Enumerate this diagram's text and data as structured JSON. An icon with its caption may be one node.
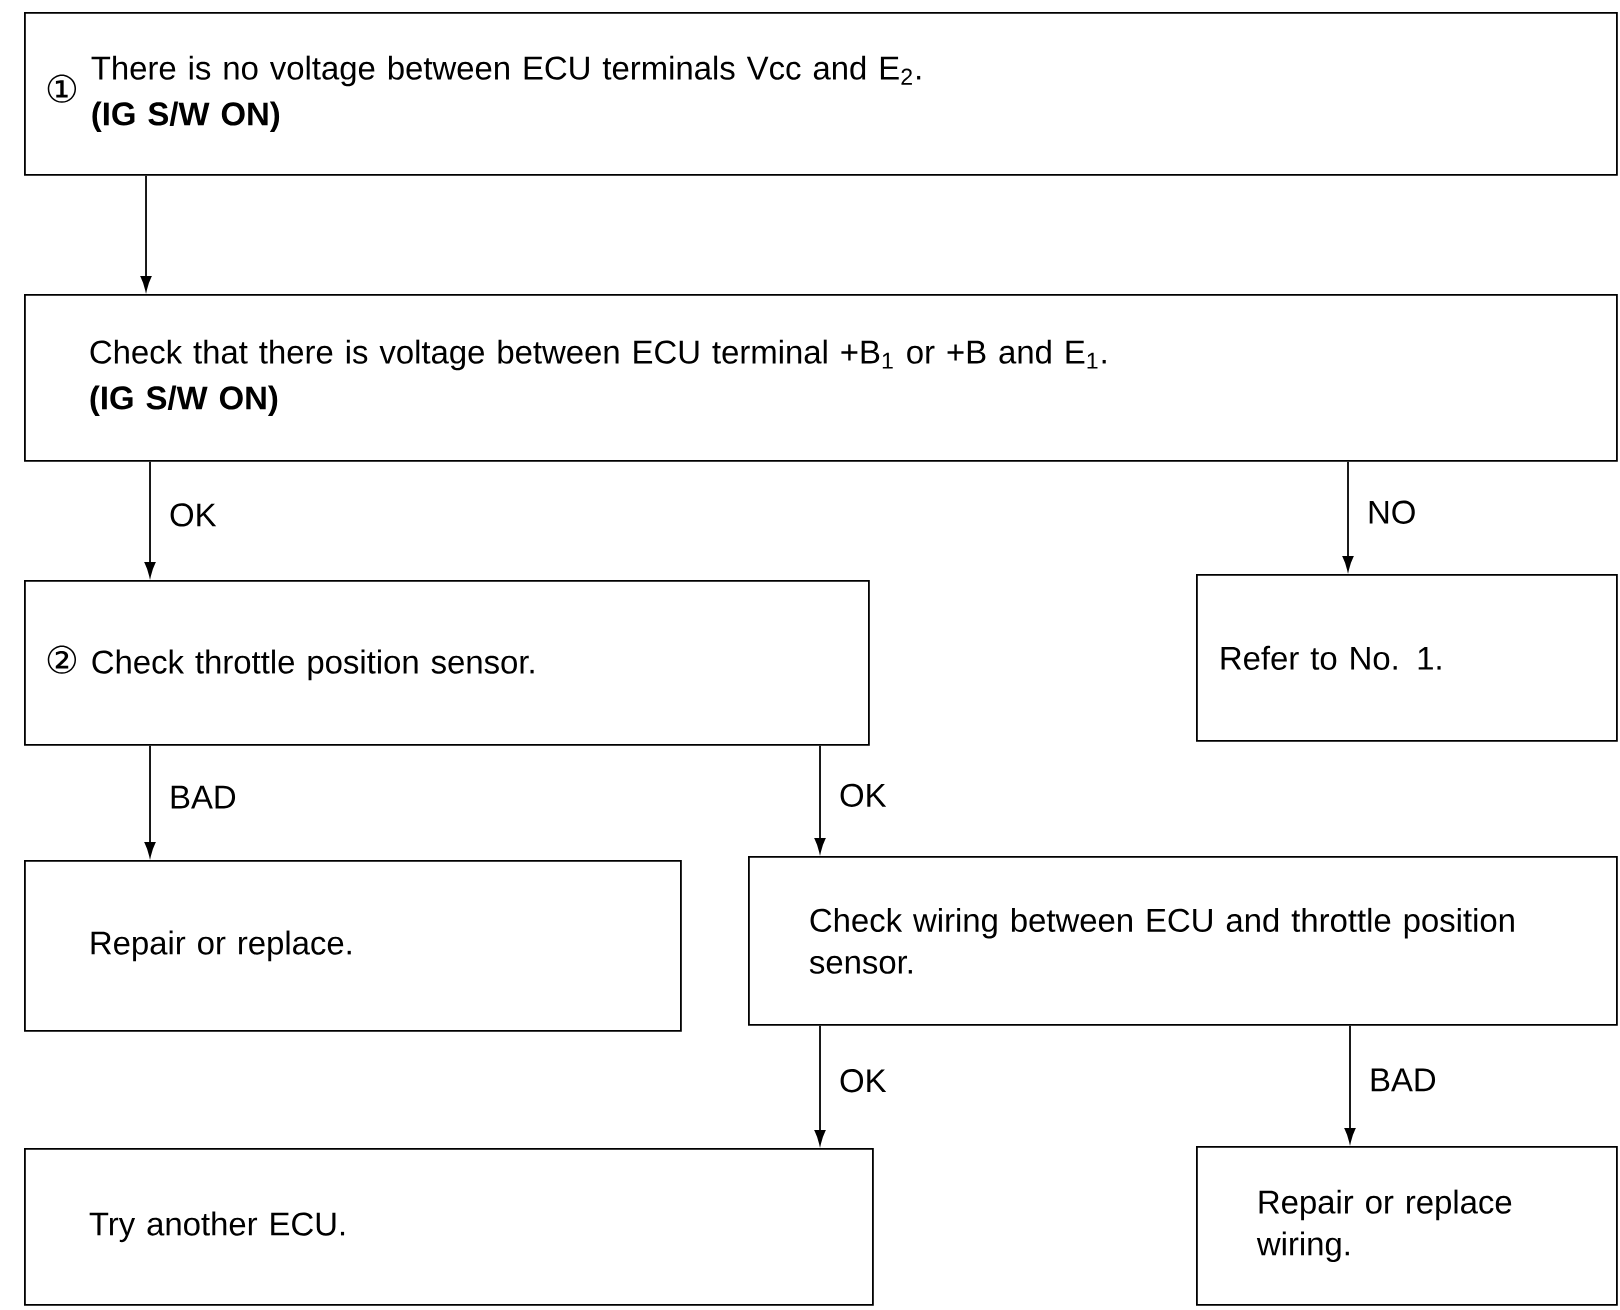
{
  "diagram": {
    "nodes": [
      {
        "text": [
          "①",
          "There is no voltage between ECU terminals Vcc and E$_{2}$.",
          "(IG S/W ON)"
        ]
      },
      {
        "text": [
          "Check that there is voltage between ECU terminal +B$_{1}$ or +B and E$_{1}$.",
          "(IG S/W ON)"
        ]
      },
      {
        "text": [
          "②",
          "Check throttle position sensor."
        ]
      },
      {
        "text": [
          "Refer to No. 1."
        ]
      },
      {
        "text": [
          "Repair or replace."
        ]
      },
      {
        "text": [
          "Check wiring between ECU and throttle position sensor."
        ]
      },
      {
        "text": [
          "Try another ECU."
        ]
      },
      {
        "text": [
          "Repair or replace wiring."
        ]
      }
    ],
    "edges": [
      {
        "from": 0,
        "to": 1,
        "arrow": "to"
      },
      {
        "from": 1,
        "to": 2,
        "arrow": "to",
        "label": "OK"
      },
      {
        "from": 1,
        "to": 3,
        "arrow": "to",
        "label": "NO"
      },
      {
        "from": 2,
        "to": 4,
        "arrow": "to",
        "label": "BAD"
      },
      {
        "from": 2,
        "to": 5,
        "arrow": "to",
        "label": "OK"
      },
      {
        "from": 5,
        "to": 6,
        "arrow": "to",
        "label": "OK"
      },
      {
        "from": 5,
        "to": 7,
        "arrow": "to",
        "label": "BAD"
      }
    ]
  }
}
